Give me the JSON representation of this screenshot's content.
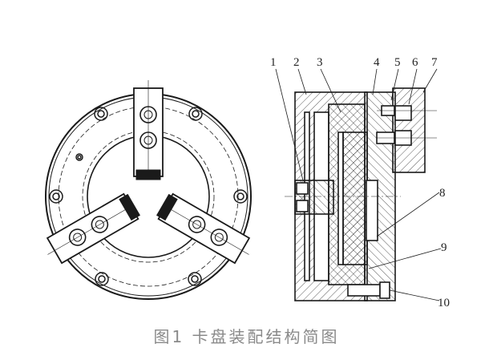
{
  "figure": {
    "caption": "图1 卡盘装配结构简图",
    "front_view": {
      "name": "three-jaw chuck front view",
      "jaw_count": 3
    },
    "section_view": {
      "name": "chuck cross-section",
      "part_labels": [
        "1",
        "2",
        "3",
        "4",
        "5",
        "6",
        "7",
        "8",
        "9",
        "10"
      ]
    }
  },
  "colors": {
    "line": "#1a1a1a",
    "caption": "#8a8a8a",
    "background": "#ffffff"
  }
}
